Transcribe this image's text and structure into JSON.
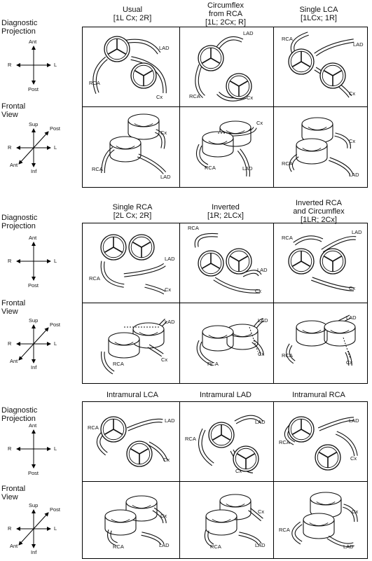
{
  "sections": [
    {
      "columns": [
        {
          "title": "Usual",
          "code": "[1L Cx; 2R]"
        },
        {
          "title": "Circumflex from RCA",
          "title_l1": "Circumflex",
          "title_l2": "from RCA",
          "code": "[1L; 2Cx; R]"
        },
        {
          "title": "Single LCA",
          "code": "[1LCx; 1R]"
        }
      ]
    },
    {
      "columns": [
        {
          "title": "Single RCA",
          "code": "[2L Cx; 2R]"
        },
        {
          "title": "Inverted",
          "code": "[1R; 2LCx]"
        },
        {
          "title": "Inverted RCA and Circumflex",
          "title_l1": "Inverted RCA",
          "title_l2": "and Circumflex",
          "code": "[1LR; 2Cx]"
        }
      ]
    },
    {
      "columns": [
        {
          "title": "Intramural LCA",
          "code": ""
        },
        {
          "title": "Intramural LAD",
          "code": ""
        },
        {
          "title": "Intramural RCA",
          "code": ""
        }
      ]
    }
  ],
  "row_labels": {
    "projection_l1": "Diagnostic",
    "projection_l2": "Projection",
    "frontal_l1": "Frontal",
    "frontal_l2": "View"
  },
  "axis_labels": {
    "ant": "Ant",
    "post": "Post",
    "r": "R",
    "l": "L",
    "sup": "Sup",
    "inf": "Inf"
  },
  "vessel_labels": {
    "rca": "RCA",
    "lad": "LAD",
    "cx": "Cx"
  }
}
